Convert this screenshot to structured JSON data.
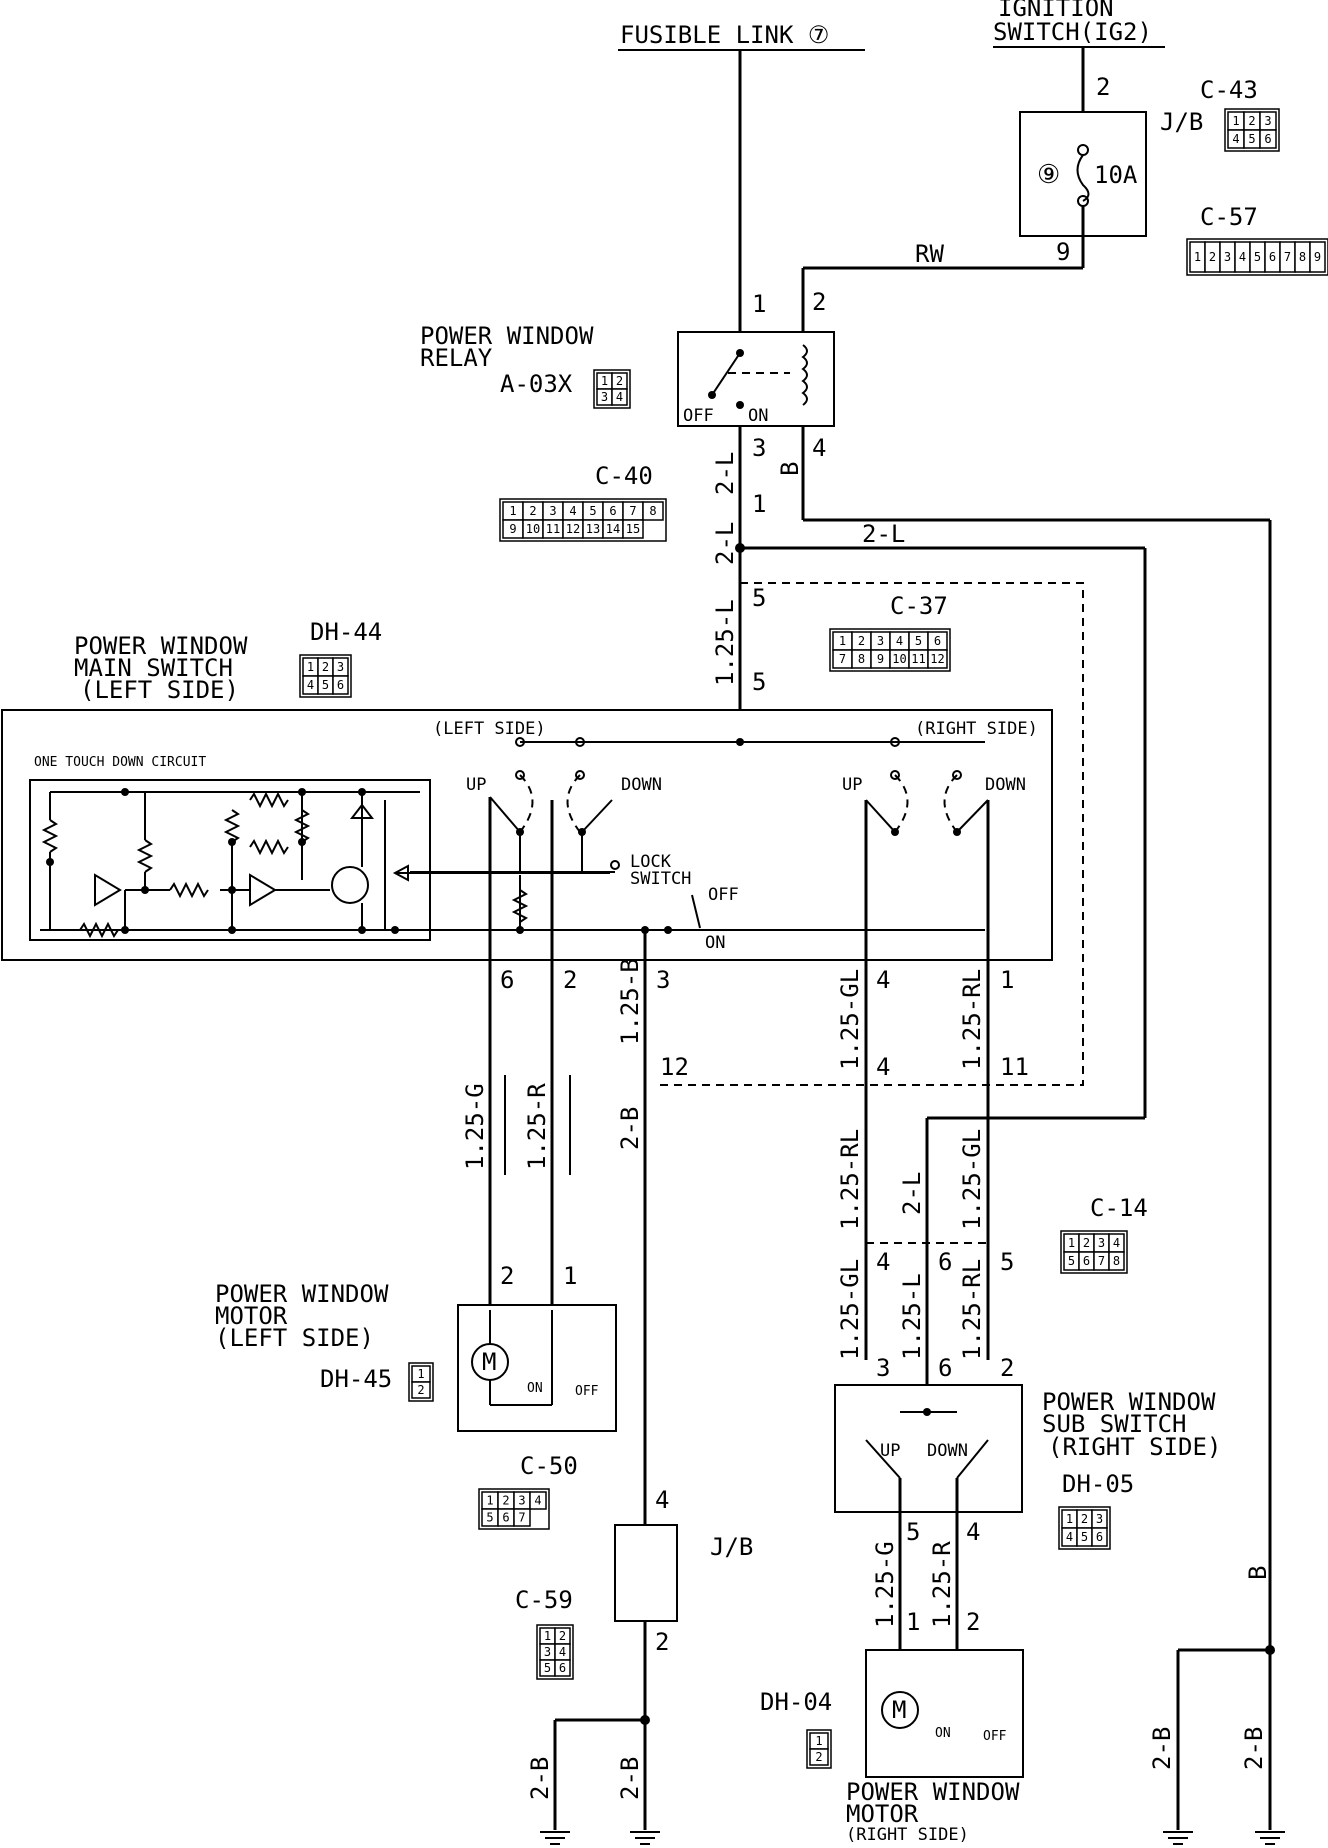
{
  "labels": {
    "fusible_link": "FUSIBLE LINK ⑦",
    "ignition_1": "IGNITION",
    "ignition_2": "SWITCH(IG2)",
    "jb_top": "J/B",
    "fuse_no": "⑨",
    "fuse_rating": "10A",
    "rw": "RW",
    "relay_1": "POWER WINDOW",
    "relay_2": "RELAY",
    "relay_conn": "A-03X",
    "off": "OFF",
    "on": "ON",
    "main_1": "POWER WINDOW",
    "main_2": "MAIN SWITCH",
    "main_3": "(LEFT SIDE)",
    "one_touch": "ONE TOUCH DOWN CIRCUIT",
    "left_side": "(LEFT SIDE)",
    "right_side": "(RIGHT SIDE)",
    "up": "UP",
    "down": "DOWN",
    "lock_1": "LOCK",
    "lock_2": "SWITCH",
    "motor_l_1": "POWER WINDOW",
    "motor_l_2": "MOTOR",
    "motor_l_3": "(LEFT SIDE)",
    "jb_mid": "J/B",
    "sub_1": "POWER WINDOW",
    "sub_2": "SUB SWITCH",
    "sub_3": "(RIGHT SIDE)",
    "motor_r_1": "POWER WINDOW",
    "motor_r_2": "MOTOR",
    "motor_r_3": "(RIGHT SIDE)"
  },
  "connectors": {
    "c43": "C-43",
    "c57": "C-57",
    "c40": "C-40",
    "c37": "C-37",
    "dh44": "DH-44",
    "c14": "C-14",
    "dh45": "DH-45",
    "c50": "C-50",
    "c59": "C-59",
    "dh05": "DH-05",
    "dh04": "DH-04"
  },
  "connector_pins": {
    "c43": [
      "1",
      "2",
      "3",
      "4",
      "5",
      "6"
    ],
    "c57": [
      "1",
      "2",
      "3",
      "4",
      "5",
      "6",
      "7",
      "8",
      "9"
    ],
    "a03x": [
      "1",
      "2",
      "3",
      "4"
    ],
    "c40": [
      "1",
      "2",
      "3",
      "4",
      "5",
      "6",
      "7",
      "8",
      "9",
      "10",
      "11",
      "12",
      "13",
      "14",
      "15"
    ],
    "c37": [
      "1",
      "2",
      "3",
      "4",
      "5",
      "6",
      "7",
      "8",
      "9",
      "10",
      "11",
      "12"
    ],
    "dh44": [
      "1",
      "2",
      "3",
      "4",
      "5",
      "6"
    ],
    "c14": [
      "1",
      "2",
      "3",
      "4",
      "5",
      "6",
      "7",
      "8"
    ],
    "dh45": [
      "1",
      "2"
    ],
    "c50": [
      "1",
      "2",
      "3",
      "4",
      "5",
      "6",
      "7"
    ],
    "c59": [
      "1",
      "2",
      "3",
      "4",
      "5",
      "6"
    ],
    "dh05": [
      "1",
      "2",
      "3",
      "4",
      "5",
      "6"
    ],
    "dh04": [
      "1",
      "2"
    ]
  },
  "wires": {
    "l2": "2-L",
    "l125": "1.25-L",
    "b": "B",
    "g125": "1.25-G",
    "r125": "1.25-R",
    "b125": "1.25-B",
    "b2": "2-B",
    "gl125": "1.25-GL",
    "rl125": "1.25-RL"
  },
  "pins": {
    "p1": "1",
    "p2": "2",
    "p3": "3",
    "p4": "4",
    "p5": "5",
    "p6": "6",
    "p9": "9",
    "p11": "11",
    "p12": "12"
  }
}
